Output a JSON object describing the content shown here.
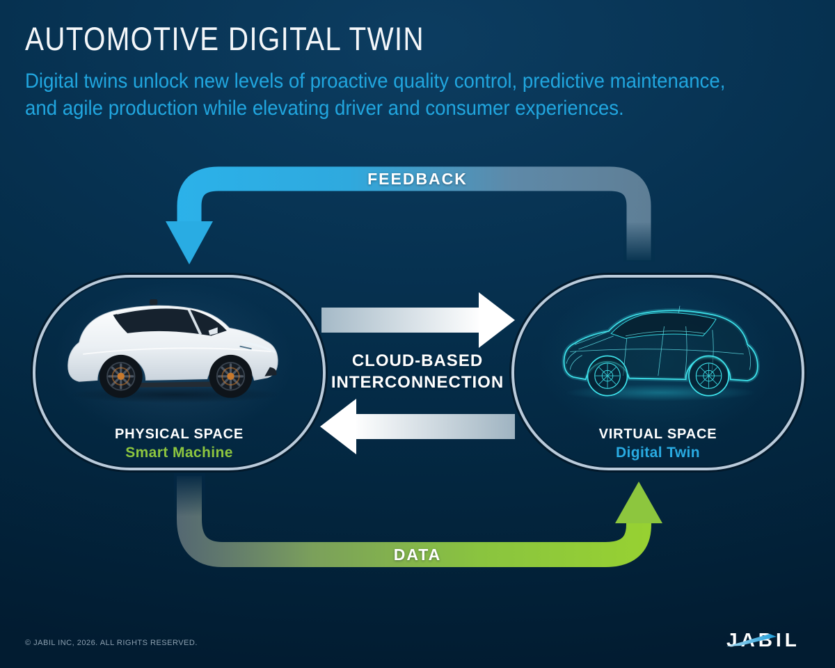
{
  "header": {
    "title": "AUTOMOTIVE DIGITAL TWIN",
    "subtitle_lines": [
      "Digital twins unlock new levels of proactive quality control, predictive maintenance,",
      "and agile production while elevating driver and consumer experiences."
    ]
  },
  "flow": {
    "feedback_label": "FEEDBACK",
    "data_label": "DATA",
    "interconnection_lines": [
      "CLOUD-BASED",
      "INTERCONNECTION"
    ]
  },
  "spaces": {
    "physical": {
      "title": "PHYSICAL SPACE",
      "subtitle": "Smart Machine"
    },
    "virtual": {
      "title": "VIRTUAL SPACE",
      "subtitle": "Digital Twin"
    }
  },
  "footer": {
    "copyright": "© JABIL INC, 2026. ALL RIGHTS RESERVED.",
    "logo_text": "JABIL"
  },
  "colors": {
    "background_top": "#073255",
    "background_bottom": "#021B30",
    "feedback_blue": "#29ABE2",
    "data_green": "#8DC63F",
    "subtitle_blue": "#21A6DF",
    "panel_border": "#BACBDB",
    "smart_machine_green": "#8DC63F",
    "digital_twin_blue": "#29ABE2",
    "footer_gray": "#8DA1B1"
  }
}
